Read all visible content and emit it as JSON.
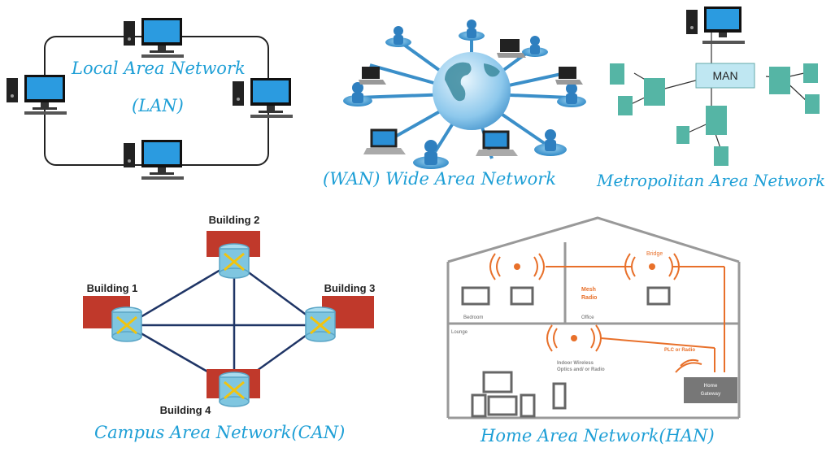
{
  "lan": {
    "title": "Local Area Network",
    "abbr": "(LAN)"
  },
  "wan": {
    "caption": "(WAN) Wide Area Network"
  },
  "man": {
    "hub_label": "MAN",
    "caption": "Metropolitan Area Network"
  },
  "can": {
    "buildings": [
      "Building 1",
      "Building 2",
      "Building 3",
      "Building 4"
    ],
    "caption": "Campus Area Network(CAN)"
  },
  "han": {
    "rooms": {
      "bedroom": "Bedroom",
      "office": "Office",
      "lounge": "Lounge"
    },
    "bridge": "Bridge",
    "mesh_radio": [
      "Mesh",
      "Radio"
    ],
    "plc": "PLC or Radio",
    "indoor": [
      "Indoor Wireless",
      "Optics and/ or Radio"
    ],
    "gateway": [
      "Home",
      "Gateway"
    ],
    "caption": "Home Area Network(HAN)"
  },
  "colors": {
    "caption_blue": "#1e9fd6",
    "brick_red": "#c0392b",
    "switch_blue": "#7fc6e0",
    "han_orange": "#e8702a",
    "man_box": "#bfe7f2",
    "building_teal": "#55b5a5"
  }
}
